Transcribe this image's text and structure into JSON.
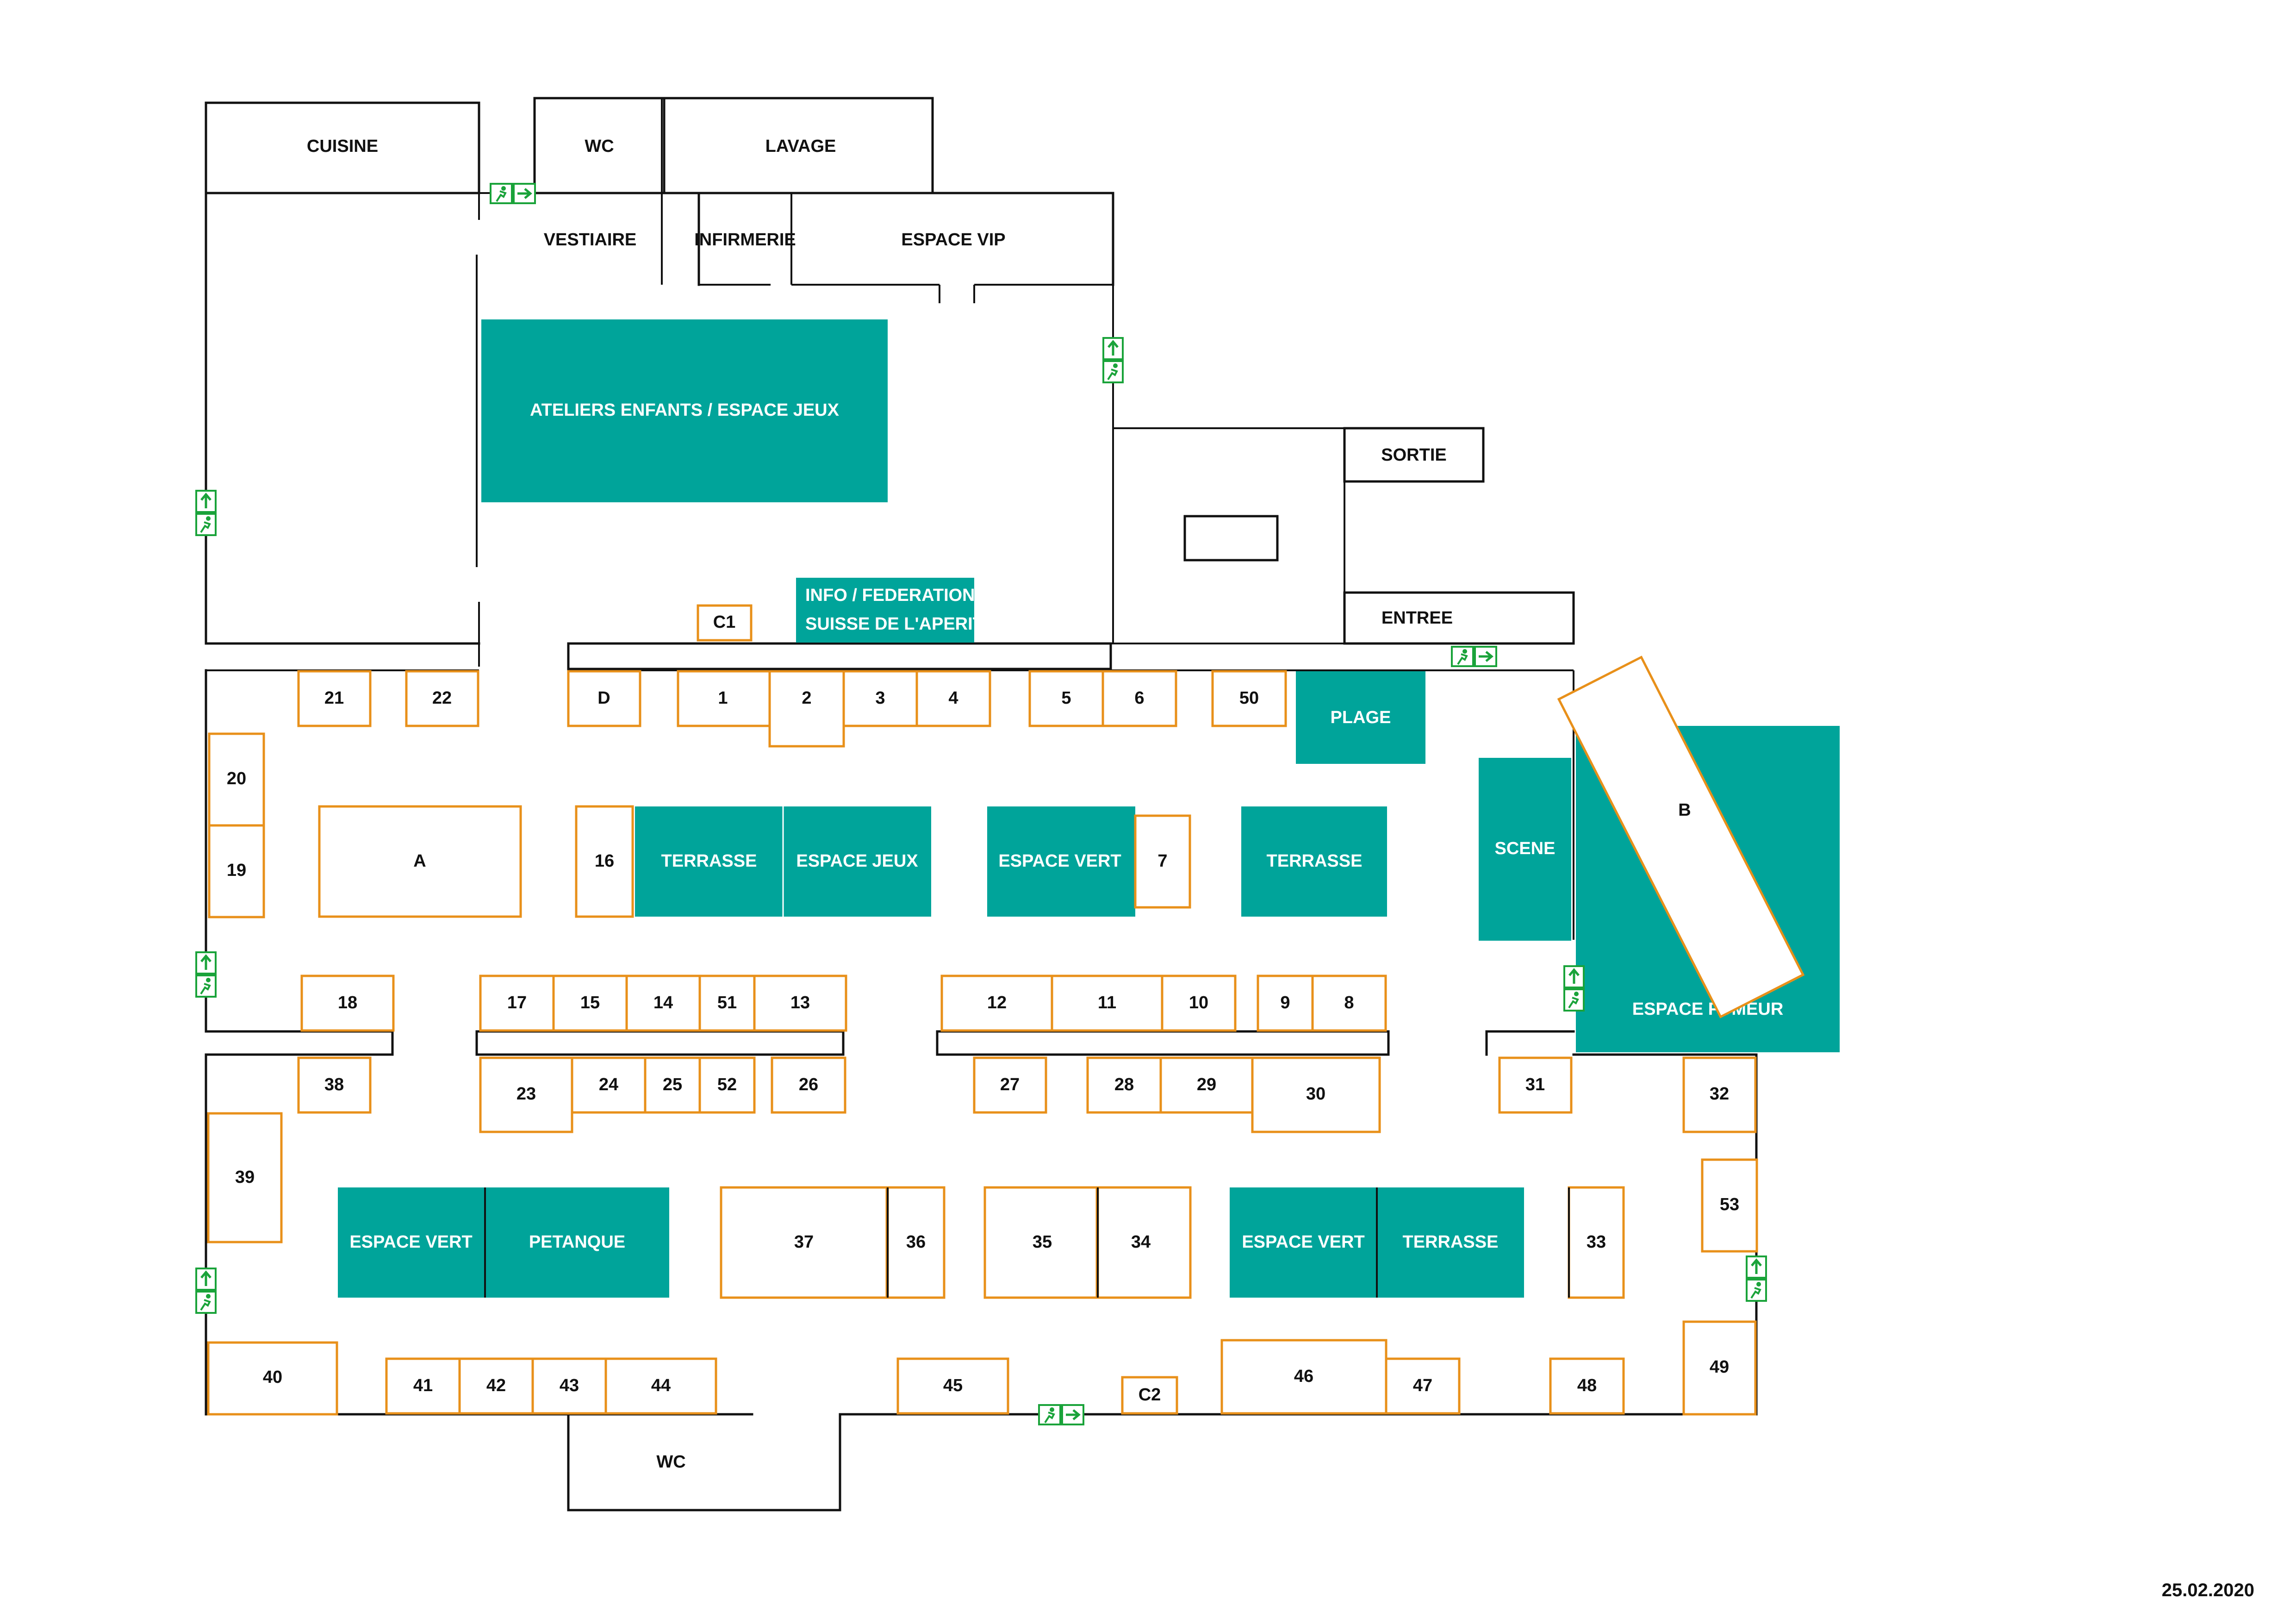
{
  "rooms": {
    "cuisine": "CUISINE",
    "wc_top": "WC",
    "lavage": "LAVAGE",
    "vestiaire": "VESTIAIRE",
    "infirmerie": "INFIRMERIE",
    "espace_vip": "ESPACE VIP",
    "sortie": "SORTIE",
    "entree": "ENTREE",
    "wc_bottom": "WC"
  },
  "zones": {
    "ateliers": "ATELIERS ENFANTS / ESPACE JEUX",
    "info_line1": "INFO / FEDERATION",
    "info_line2": "SUISSE DE L'APERITIF",
    "plage": "PLAGE",
    "terrasse_1": "TERRASSE",
    "espace_jeux": "ESPACE JEUX",
    "espace_vert_1": "ESPACE VERT",
    "terrasse_2": "TERRASSE",
    "scene": "SCENE",
    "espace_fumeur": "ESPACE FUMEUR",
    "espace_vert_2": "ESPACE VERT",
    "petanque": "PETANQUE",
    "espace_vert_3": "ESPACE VERT",
    "terrasse_3": "TERRASSE"
  },
  "stands": {
    "s1": "1",
    "s2": "2",
    "s3": "3",
    "s4": "4",
    "s5": "5",
    "s6": "6",
    "s7": "7",
    "s8": "8",
    "s9": "9",
    "s10": "10",
    "s11": "11",
    "s12": "12",
    "s13": "13",
    "s14": "14",
    "s15": "15",
    "s16": "16",
    "s17": "17",
    "s18": "18",
    "s19": "19",
    "s20": "20",
    "s21": "21",
    "s22": "22",
    "s23": "23",
    "s24": "24",
    "s25": "25",
    "s26": "26",
    "s27": "27",
    "s28": "28",
    "s29": "29",
    "s30": "30",
    "s31": "31",
    "s32": "32",
    "s33": "33",
    "s34": "34",
    "s35": "35",
    "s36": "36",
    "s37": "37",
    "s38": "38",
    "s39": "39",
    "s40": "40",
    "s41": "41",
    "s42": "42",
    "s43": "43",
    "s44": "44",
    "s45": "45",
    "s46": "46",
    "s47": "47",
    "s48": "48",
    "s49": "49",
    "s50": "50",
    "s51": "51",
    "s52": "52",
    "s53": "53",
    "sA": "A",
    "sB": "B",
    "sD": "D",
    "sC1": "C1",
    "sC2": "C2"
  },
  "colors": {
    "zone": "#00a49a",
    "stand_border": "#e8901a",
    "wall": "#111111",
    "exit_sign": "#1aa33a"
  },
  "icons": {
    "exit_sign": "emergency-exit-sign-icon"
  },
  "date": "25.02.2020"
}
